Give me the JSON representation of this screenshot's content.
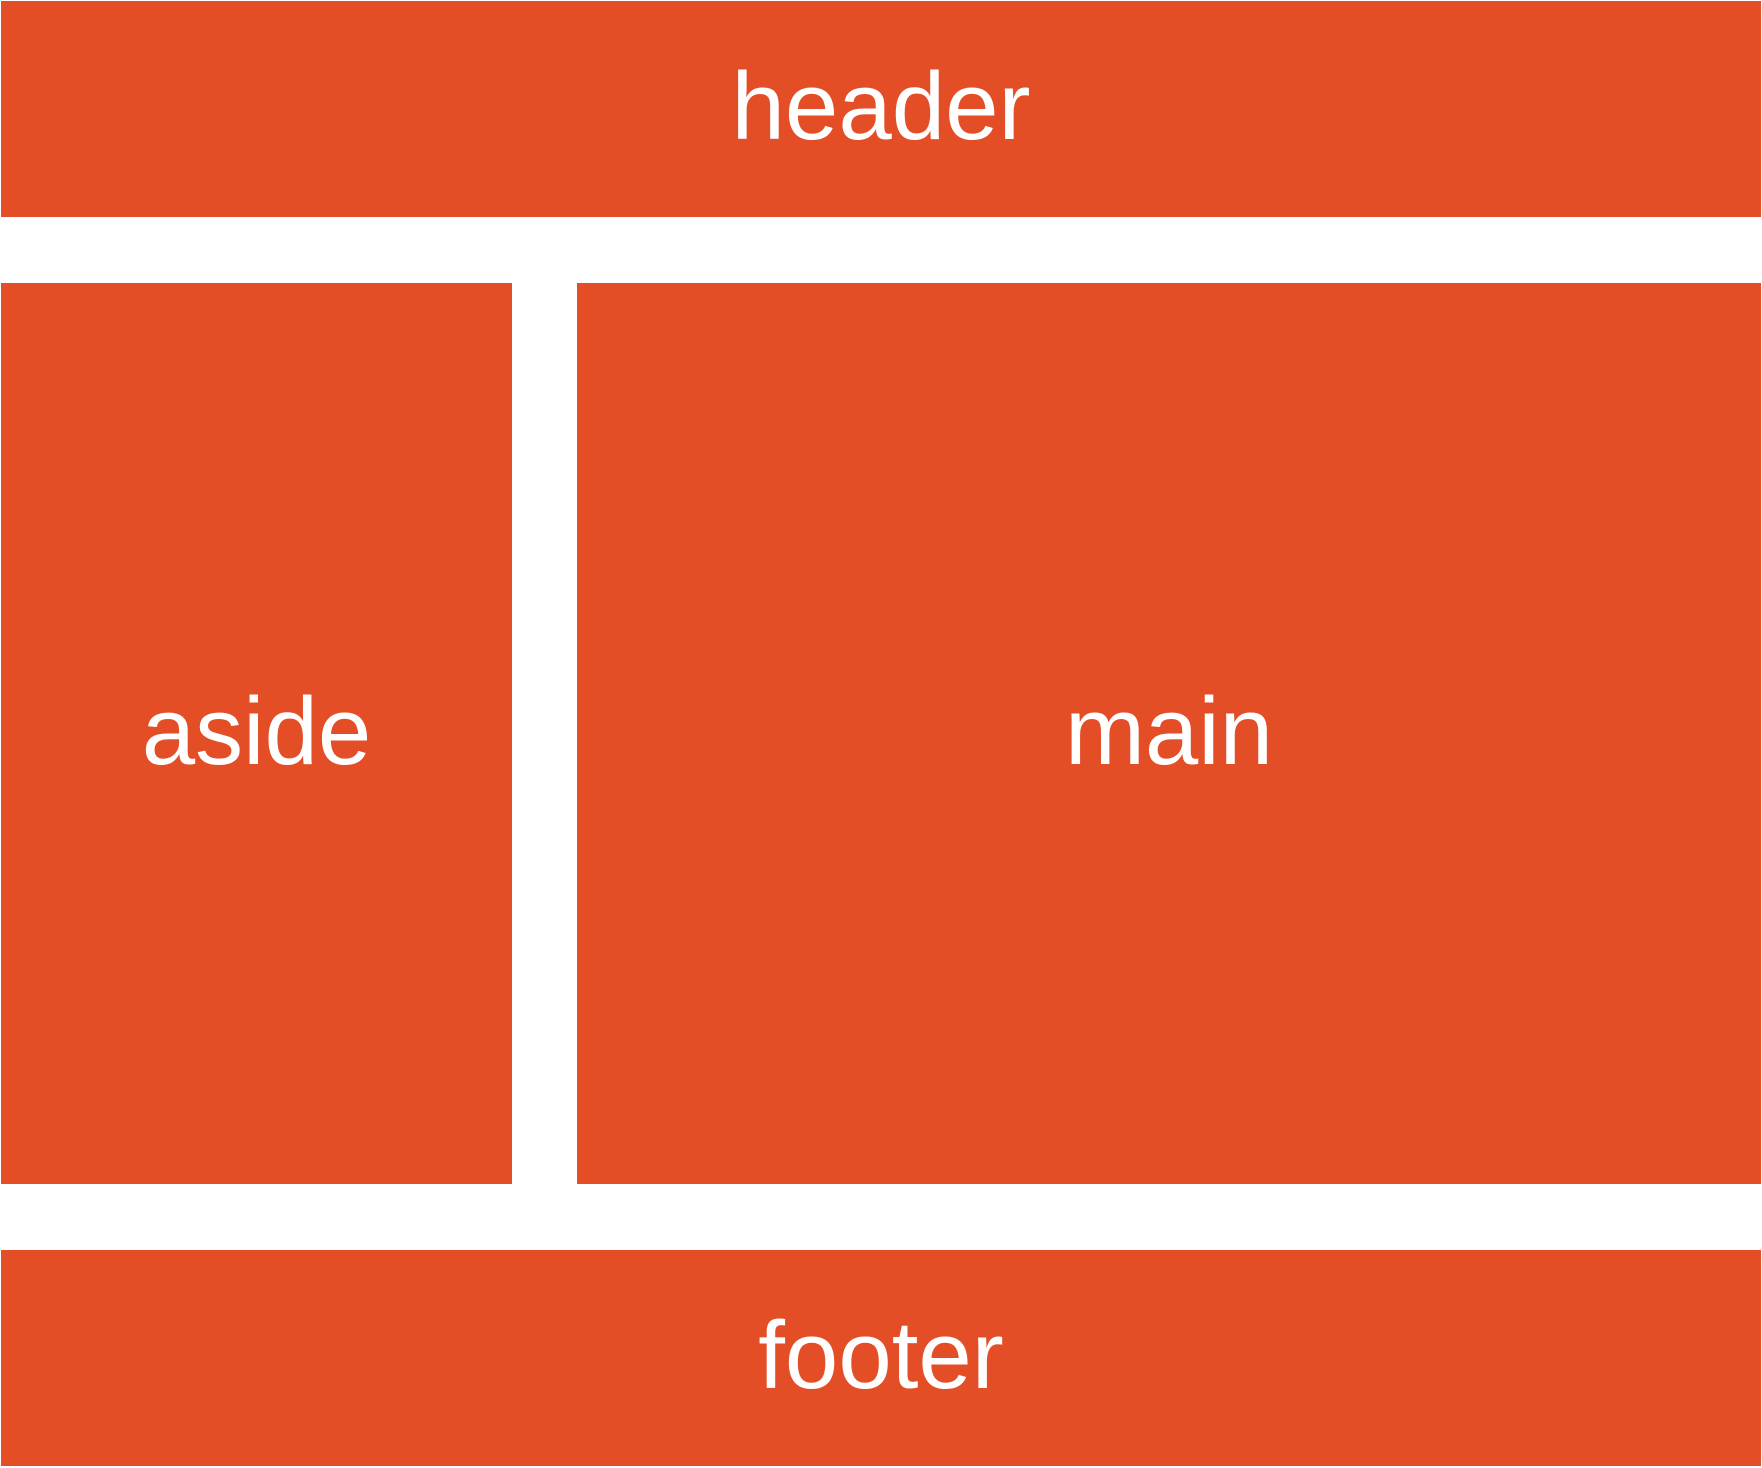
{
  "theme": {
    "region_color": "#e34e27",
    "text_color": "#ffffff",
    "background_color": "#ffffff"
  },
  "layout_regions": {
    "header": {
      "label": "header"
    },
    "aside": {
      "label": "aside"
    },
    "main": {
      "label": "main"
    },
    "footer": {
      "label": "footer"
    }
  }
}
